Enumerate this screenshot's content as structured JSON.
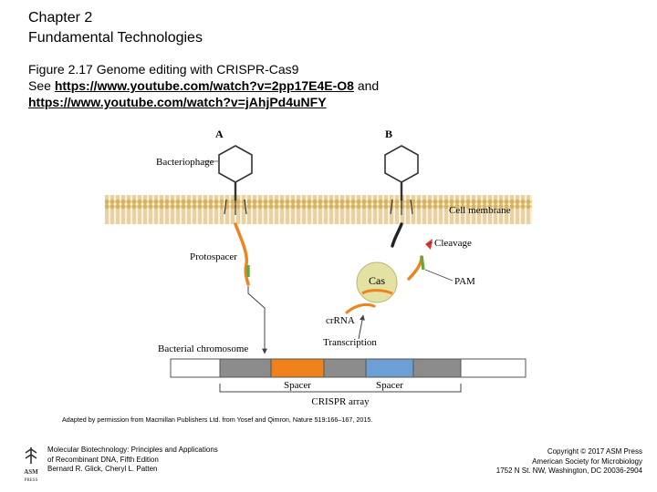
{
  "header": {
    "chapter": "Chapter 2",
    "title": "Fundamental Technologies"
  },
  "caption": {
    "figure": "Figure 2.17 Genome editing with CRISPR-Cas9",
    "see_prefix": "See",
    "link1": "https://www.youtube.com/watch?v=2pp17E4E-O8",
    "and": "and",
    "link2": "https://www.youtube.com/watch?v=jAhjPd4uNFY"
  },
  "diagram": {
    "panel_a": "A",
    "panel_b": "B",
    "bacteriophage": "Bacteriophage",
    "cell_membrane": "Cell membrane",
    "cleavage": "Cleavage",
    "protospacer": "Protospacer",
    "cas": "Cas",
    "pam": "PAM",
    "crrna": "crRNA",
    "bacterial_chromosome": "Bacterial chromosome",
    "transcription": "Transcription",
    "spacer1": "Spacer",
    "spacer2": "Spacer",
    "crispr_array": "CRISPR array",
    "colors": {
      "membrane": "#e8cc8a",
      "membrane_head": "#d8b25e",
      "orange": "#f0821e",
      "green": "#5aac3c",
      "red": "#e4322b",
      "gray": "#8c8c8c",
      "blue": "#6c9fd4",
      "cas_fill": "#e4e2a2"
    }
  },
  "credit": "Adapted by permission from Macmillan Publishers Ltd. from Yosef and Qimron, Nature 519:166–167, 2015.",
  "footer": {
    "book_line1": "Molecular Biotechnology: Principles and Applications",
    "book_line2": "of Recombinant DNA, Fifth Edition",
    "book_line3": "Bernard R. Glick, Cheryl L. Patten",
    "copy_line1": "Copyright © 2017 ASM Press",
    "copy_line2": "American Society for Microbiology",
    "copy_line3": "1752 N St. NW, Washington, DC 20036-2904",
    "logo": "ASM PRESS"
  }
}
